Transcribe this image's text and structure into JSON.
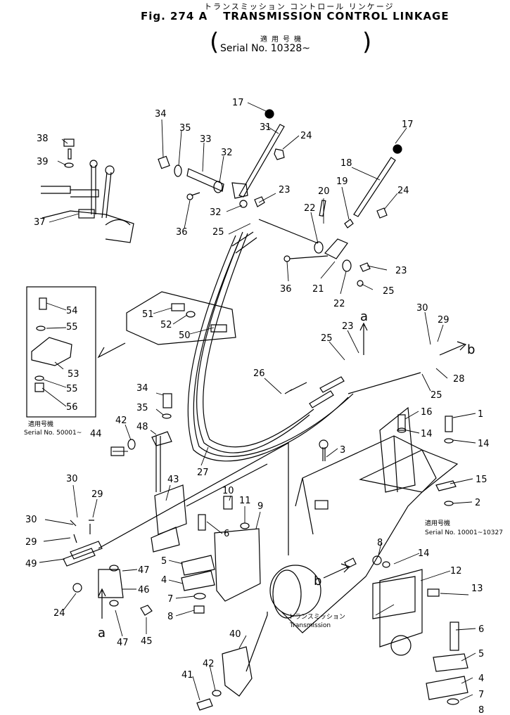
{
  "header": {
    "jp_title": "トランスミッション コントロール リンケージ",
    "fig_no": "Fig. 274 A",
    "title": "TRANSMISSION CONTROL LINKAGE",
    "serial_jp": "適用号機",
    "serial": "Serial No. 10328~"
  },
  "inset": {
    "serial_jp": "適用号機",
    "serial": "Serial No. 50001~"
  },
  "right_note": {
    "serial_jp": "適用号機",
    "serial": "Serial No. 10001~10327"
  },
  "transmission_label": {
    "jp": "トランスミッション",
    "en": "Transmission"
  },
  "refs": {
    "a": "a",
    "b": "b"
  },
  "callouts": [
    {
      "id": "c17a",
      "text": "17"
    },
    {
      "id": "c31",
      "text": "31"
    },
    {
      "id": "c34a",
      "text": "34"
    },
    {
      "id": "c35a",
      "text": "35"
    },
    {
      "id": "c33",
      "text": "33"
    },
    {
      "id": "c32a",
      "text": "32"
    },
    {
      "id": "c24a",
      "text": "24"
    },
    {
      "id": "c38",
      "text": "38"
    },
    {
      "id": "c39",
      "text": "39"
    },
    {
      "id": "c37",
      "text": "37"
    },
    {
      "id": "c36a",
      "text": "36"
    },
    {
      "id": "c32b",
      "text": "32"
    },
    {
      "id": "c23a",
      "text": "23"
    },
    {
      "id": "c25a",
      "text": "25"
    },
    {
      "id": "c17b",
      "text": "17"
    },
    {
      "id": "c18",
      "text": "18"
    },
    {
      "id": "c20",
      "text": "20"
    },
    {
      "id": "c19",
      "text": "19"
    },
    {
      "id": "c24b",
      "text": "24"
    },
    {
      "id": "c22a",
      "text": "22"
    },
    {
      "id": "c36b",
      "text": "36"
    },
    {
      "id": "c21",
      "text": "21"
    },
    {
      "id": "c22b",
      "text": "22"
    },
    {
      "id": "c23b",
      "text": "23"
    },
    {
      "id": "c25b",
      "text": "25"
    },
    {
      "id": "c54",
      "text": "54"
    },
    {
      "id": "c55a",
      "text": "55"
    },
    {
      "id": "c53",
      "text": "53"
    },
    {
      "id": "c55b",
      "text": "55"
    },
    {
      "id": "c56",
      "text": "56"
    },
    {
      "id": "c51",
      "text": "51"
    },
    {
      "id": "c52",
      "text": "52"
    },
    {
      "id": "c50",
      "text": "50"
    },
    {
      "id": "c23c",
      "text": "23"
    },
    {
      "id": "c25c",
      "text": "25"
    },
    {
      "id": "c30a",
      "text": "30"
    },
    {
      "id": "c29a",
      "text": "29"
    },
    {
      "id": "c28",
      "text": "28"
    },
    {
      "id": "c25d",
      "text": "25"
    },
    {
      "id": "c26",
      "text": "26"
    },
    {
      "id": "c34b",
      "text": "34"
    },
    {
      "id": "c35b",
      "text": "35"
    },
    {
      "id": "c42a",
      "text": "42"
    },
    {
      "id": "c48",
      "text": "48"
    },
    {
      "id": "c44",
      "text": "44"
    },
    {
      "id": "c16",
      "text": "16"
    },
    {
      "id": "c1",
      "text": "1"
    },
    {
      "id": "c14a",
      "text": "14"
    },
    {
      "id": "c14b",
      "text": "14"
    },
    {
      "id": "c3",
      "text": "3"
    },
    {
      "id": "c15",
      "text": "15"
    },
    {
      "id": "c2",
      "text": "2"
    },
    {
      "id": "c27",
      "text": "27"
    },
    {
      "id": "c43",
      "text": "43"
    },
    {
      "id": "c30b",
      "text": "30"
    },
    {
      "id": "c29b",
      "text": "29"
    },
    {
      "id": "c10",
      "text": "10"
    },
    {
      "id": "c11",
      "text": "11"
    },
    {
      "id": "c9",
      "text": "9"
    },
    {
      "id": "c6a",
      "text": "6"
    },
    {
      "id": "c30c",
      "text": "30"
    },
    {
      "id": "c29c",
      "text": "29"
    },
    {
      "id": "c49",
      "text": "49"
    },
    {
      "id": "c5a",
      "text": "5"
    },
    {
      "id": "c47a",
      "text": "47"
    },
    {
      "id": "c4a",
      "text": "4"
    },
    {
      "id": "c46",
      "text": "46"
    },
    {
      "id": "c7a",
      "text": "7"
    },
    {
      "id": "c8a",
      "text": "8"
    },
    {
      "id": "c24c",
      "text": "24"
    },
    {
      "id": "c45",
      "text": "45"
    },
    {
      "id": "c47b",
      "text": "47"
    },
    {
      "id": "c8b",
      "text": "8"
    },
    {
      "id": "c14c",
      "text": "14"
    },
    {
      "id": "c12",
      "text": "12"
    },
    {
      "id": "c13",
      "text": "13"
    },
    {
      "id": "c6b",
      "text": "6"
    },
    {
      "id": "c5b",
      "text": "5"
    },
    {
      "id": "c4b",
      "text": "4"
    },
    {
      "id": "c7b",
      "text": "7"
    },
    {
      "id": "c8c",
      "text": "8"
    },
    {
      "id": "c40",
      "text": "40"
    },
    {
      "id": "c42b",
      "text": "42"
    },
    {
      "id": "c41",
      "text": "41"
    }
  ]
}
